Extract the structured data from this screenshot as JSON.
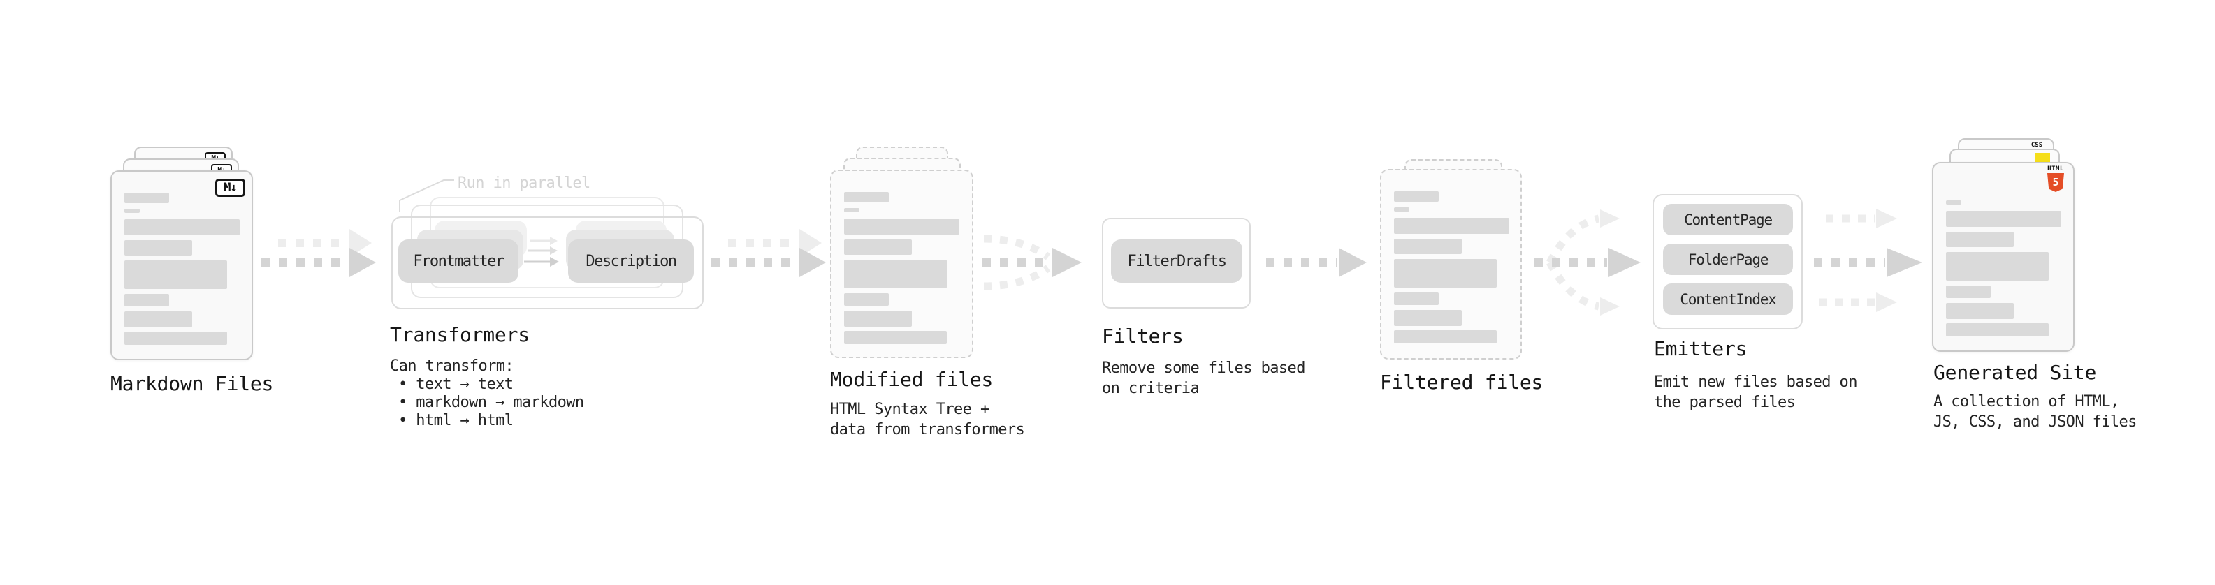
{
  "stages": {
    "markdown_files": {
      "label": "Markdown Files",
      "badge": "M↓"
    },
    "transformers": {
      "label": "Transformers",
      "annotation": "Run in parallel",
      "input_pill": "Frontmatter",
      "output_pill": "Description",
      "description_heading": "Can transform:",
      "bullets": [
        "• text → text",
        "• markdown → markdown",
        "• html → html"
      ]
    },
    "modified_files": {
      "label": "Modified files",
      "description_line1": "HTML Syntax Tree +",
      "description_line2": "data from transformers"
    },
    "filters": {
      "label": "Filters",
      "pill": "FilterDrafts",
      "description_line1": "Remove some files based",
      "description_line2": "on criteria"
    },
    "filtered_files": {
      "label": "Filtered files"
    },
    "emitters": {
      "label": "Emitters",
      "pills": [
        "ContentPage",
        "FolderPage",
        "ContentIndex"
      ],
      "description_line1": "Emit new files based on",
      "description_line2": "the parsed files"
    },
    "generated_site": {
      "label": "Generated Site",
      "description_line1": "A collection of HTML,",
      "description_line2": "JS, CSS, and JSON files",
      "css_badge": "CSS",
      "html_badge_label": "HTML",
      "html_badge_number": "5"
    }
  },
  "colors": {
    "html5_orange": "#e44d26",
    "js_yellow": "#f5de19",
    "css_blue": "#2b62f0",
    "pill_gray": "#dadada",
    "arrow_gray": "#d4d4d4",
    "arrow_light_gray": "#ededed"
  }
}
